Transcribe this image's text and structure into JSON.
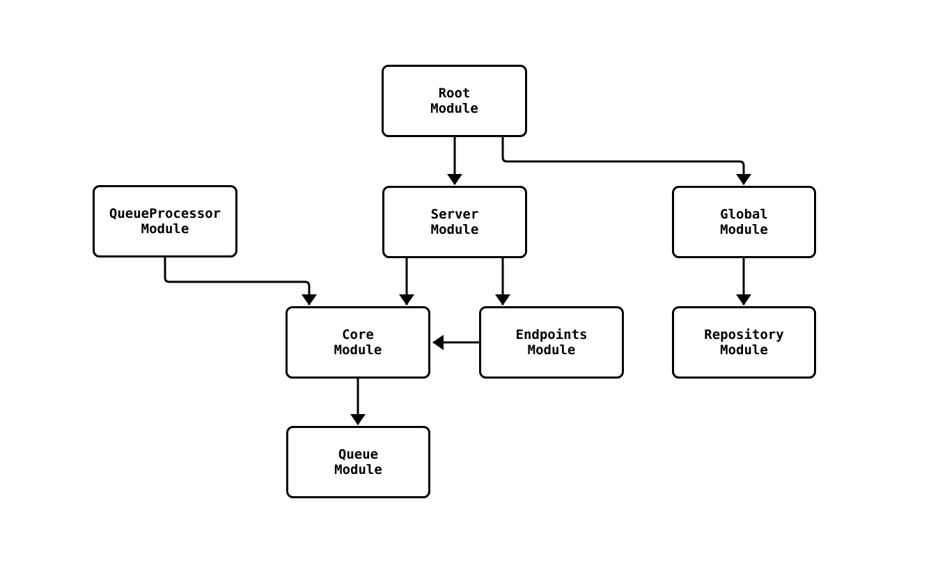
{
  "diagram": {
    "type": "flowchart",
    "direction": "top-down",
    "nodes": {
      "root": {
        "line1": "Root",
        "line2": "Module"
      },
      "server": {
        "line1": "Server",
        "line2": "Module"
      },
      "global": {
        "line1": "Global",
        "line2": "Module"
      },
      "queueprocessor": {
        "line1": "QueueProcessor",
        "line2": "Module"
      },
      "core": {
        "line1": "Core",
        "line2": "Module"
      },
      "endpoints": {
        "line1": "Endpoints",
        "line2": "Module"
      },
      "repository": {
        "line1": "Repository",
        "line2": "Module"
      },
      "queue": {
        "line1": "Queue",
        "line2": "Module"
      }
    },
    "edges": [
      {
        "from": "Root Module",
        "to": "Server Module"
      },
      {
        "from": "Root Module",
        "to": "Global Module"
      },
      {
        "from": "QueueProcessor Module",
        "to": "Core Module"
      },
      {
        "from": "Server Module",
        "to": "Core Module"
      },
      {
        "from": "Server Module",
        "to": "Endpoints Module"
      },
      {
        "from": "Endpoints Module",
        "to": "Core Module"
      },
      {
        "from": "Global Module",
        "to": "Repository Module"
      },
      {
        "from": "Core Module",
        "to": "Queue Module"
      }
    ],
    "colors": {
      "background": "#ffffff",
      "node_fill": "#ffffff",
      "node_border": "#000000",
      "text": "#000000",
      "edge": "#000000"
    }
  }
}
